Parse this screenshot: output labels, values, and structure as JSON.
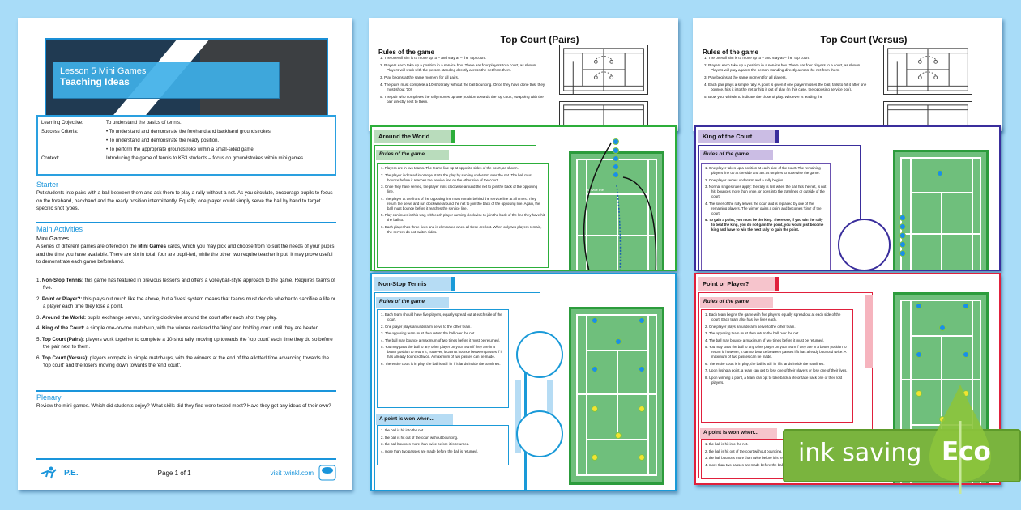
{
  "lesson_plan": {
    "banner": {
      "line1": "Lesson 5 Mini Games",
      "line2": "Teaching Ideas"
    },
    "objectives": {
      "learning_objective_label": "Learning Objective:",
      "learning_objective": "To understand the basics of tennis.",
      "success_criteria_label": "Success Criteria:",
      "success_criteria": [
        "To understand and demonstrate the forehand and backhand groundstrokes.",
        "To understand and demonstrate the ready position.",
        "To perform the appropriate groundstroke within a small-sided game."
      ],
      "context_label": "Context:",
      "context": "Introducing the game of tennis to KS3 students – focus on groundstrokes within mini games."
    },
    "starter": {
      "heading": "Starter",
      "text": "Put students into pairs with a ball between them and ask them to play a rally without a net. As you circulate, encourage pupils to focus on the forehand, backhand and the ready position intermittently. Equally, one player could simply serve the ball by hand to target specific shot types."
    },
    "main": {
      "heading": "Main Activities",
      "subheading": "Mini Games",
      "intro_pre": "A series of different games are offered on the ",
      "intro_bold": "Mini Games",
      "intro_post": " cards, which you may pick and choose from to suit the needs of your pupils and the time you have available. There are six in total; four are pupil-led, while the other two require teacher input. It may prove useful to demonstrate each game beforehand.",
      "games": [
        {
          "n": "1.",
          "name": "Non-Stop Tennis:",
          "desc": " this game has featured in previous lessons and offers a volleyball-style approach to the game. Requires teams of five."
        },
        {
          "n": "2.",
          "name": "Point or Player?:",
          "desc": " this plays out much like the above, but a 'lives' system means that teams must decide whether to sacrifice a life or a player each time they lose a point."
        },
        {
          "n": "3.",
          "name": "Around the World:",
          "desc": " pupils exchange serves, running clockwise around the court after each shot they play."
        },
        {
          "n": "4.",
          "name": "King of the Court:",
          "desc": " a simple one-on-one match-up, with the winner declared the 'king' and holding court until they are beaten."
        },
        {
          "n": "5.",
          "name": "Top Court (Pairs):",
          "desc": " players work together to complete a 10-shot rally, moving up towards the 'top court' each time they do so before the pair next to them."
        },
        {
          "n": "6.",
          "name": "Top Court (Versus):",
          "desc": " players compete in simple match-ups, with the winners at the end of the allotted time advancing towards the 'top court' and the losers moving down towards the 'end court'."
        }
      ]
    },
    "plenary": {
      "heading": "Plenary",
      "text": "Review the mini games. Which did students enjoy? What skills did they find were tested most? Have they got any ideas of their own?"
    },
    "footer": {
      "subject": "P.E.",
      "page": "Page 1 of 1",
      "site": "visit twinkl.com"
    }
  },
  "top_court_pairs": {
    "title": "Top Court (Pairs)",
    "rules_heading": "Rules of the game",
    "rules": [
      "The overall aim is to move up to – and stay at – the 'top court'.",
      "Players each take up a position in a service box. There are four players to a court, as shown. Players will work with the person standing directly across the net from them.",
      "Play begins at the same moment for all pairs.",
      "The pairs must complete a 10-shot rally without the ball bouncing. Once they have done this, they must shout '10!'",
      "The pair who completes the rally moves up one position towards the top court, swapping with the pair directly next to them."
    ]
  },
  "top_court_versus": {
    "title": "Top Court (Versus)",
    "rules_heading": "Rules of the game",
    "rules": [
      "The overall aim is to move up to – and stay at – the 'top court'.",
      "Players each take up a position in a service box. There are four players to a court, as shown. Players will play against the person standing directly across the net from them.",
      "Play begins at the same moment for all players.",
      "Each pair plays a simple rally. A point is given if one player misses the ball, fails to hit it after one bounce, hits it into the net or hits it out of play (in this case, the opposing service box).",
      "Blow your whistle to indicate the close of play. Whoever is leading the"
    ]
  },
  "around_the_world": {
    "title": "Around the World",
    "rules_heading": "Rules of the game",
    "color": "#2cae3a",
    "court_label": "service line",
    "rules": [
      "Players are in two teams. The teams line up at opposite sides of the court, as shown.",
      "The player indicated in orange starts the play by serving underarm over the net. The ball must bounce before it reaches the service line on the other side of the court.",
      "Once they have served, the player runs clockwise around the net to join the back of the opposing line.",
      "The player at the front of the opposing line must remain behind the service line at all times. They return the serve and run clockwise around the net to join the back of the opposing line. Again, the ball must bounce before it reaches the service line.",
      "Play continues in this way, with each player running clockwise to join the back of the line they have hit the ball to.",
      "Each player has three lives and is eliminated when all three are lost. When only two players remain, the servers do not switch sides."
    ]
  },
  "king_of_the_court": {
    "title": "King of the Court",
    "rules_heading": "Rules of the game",
    "color": "#3a2e9c",
    "rules": [
      "One player takes up a position at each side of the court. The remaining players line up at the side and act as umpires to supervise the game.",
      "One player serves underarm and a rally begins.",
      "Normal singles rules apply: the rally is lost when the ball hits the net, is not hit, bounces more than once, or goes into the tramlines or outside of the court.",
      "The loser of the rally leaves the court and is replaced by one of the remaining players. The winner gains a point and becomes 'king' of the court.",
      "To gain a point, you must be the king. Therefore, if you win the rally to beat the king, you do not gain the point, you would just become king and have to win the next rally to gain the point."
    ]
  },
  "non_stop_tennis": {
    "title": "Non-Stop Tennis",
    "rules_heading": "Rules of the game",
    "color": "#1a9ad8",
    "rules": [
      "Each team should have five players, equally spread out at each side of the court.",
      "One player plays an underarm serve to the other team.",
      "The opposing team must then return the ball over the net.",
      "The ball may bounce a maximum of two times before it must be returned.",
      "You may pass the ball to any other player on your team if they are in a better position to return it, however, it cannot bounce between passes if it has already bounced twice. A maximum of two passes can be made.",
      "The entire court is in play; the ball is still 'in' if it lands inside the tramlines."
    ],
    "point_heading": "A point is won when...",
    "points": [
      "the ball is hit into the net.",
      "the ball is hit out of the court without bouncing.",
      "the ball bounces more than twice before it is returned.",
      "more than two passes are made before the ball is returned."
    ]
  },
  "point_or_player": {
    "title": "Point or Player?",
    "rules_heading": "Rules of the game",
    "color": "#e0203c",
    "rules": [
      "Each team begins the game with five players, equally spread out at each side of the court. Each team also has five lives each.",
      "One player plays an underarm serve to the other team.",
      "The opposing team must then return the ball over the net.",
      "The ball may bounce a maximum of two times before it must be returned.",
      "You may pass the ball to any other player on your team if they are in a better position to return it, however, it cannot bounce between passes if it has already bounced twice. A maximum of two passes can be made.",
      "The entire court is in play; the ball is still 'in' if it lands inside the tramlines.",
      "Upon losing a point, a team can opt to lose one of their players or lose one of their lives.",
      "Upon winning a point, a team can opt to take back a life or take back one of their lost players."
    ],
    "point_heading": "A point is won when...",
    "points": [
      "the ball is hit into the net.",
      "the ball is hit out of the court without bouncing.",
      "the ball bounces more than twice before it is returned.",
      "more than two passes are made before the ball is returned."
    ]
  },
  "eco_badge": {
    "text": "ink saving",
    "label": "Eco"
  }
}
